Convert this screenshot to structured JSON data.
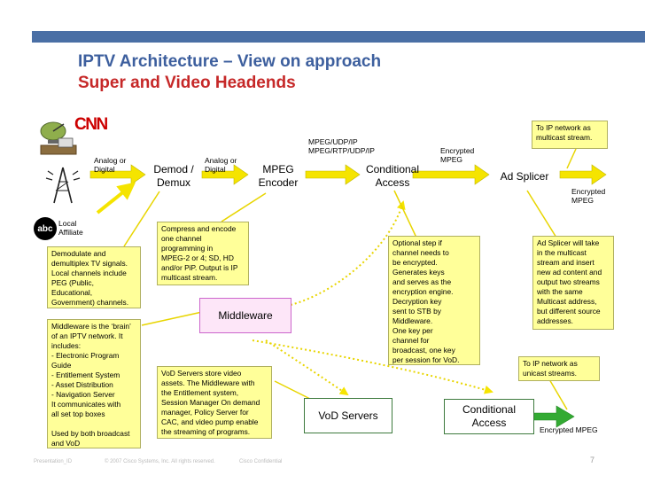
{
  "title": {
    "line1": "IPTV Architecture – View on approach",
    "line2": "Super and Video Headends"
  },
  "sources": {
    "cnn": "CNN",
    "abc": "abc",
    "local_affiliate": [
      "Local",
      "Affiliate"
    ]
  },
  "nodes": {
    "demod_demux": [
      "Demod /",
      "Demux"
    ],
    "mpeg_encoder": [
      "MPEG",
      "Encoder"
    ],
    "conditional_access_1": [
      "Conditional",
      "Access"
    ],
    "ad_splicer": "Ad Splicer",
    "middleware": "Middleware",
    "vod_servers": "VoD Servers",
    "conditional_access_2": [
      "Conditional",
      "Access"
    ]
  },
  "link_labels": {
    "analog_digital_1": [
      "Analog or",
      "Digital"
    ],
    "analog_digital_2": [
      "Analog or",
      "Digital"
    ],
    "mpeg_udp": [
      "MPEG/UDP/IP",
      "MPEG/RTP/UDP/IP"
    ],
    "encrypted_mpeg_1": [
      "Encrypted",
      "MPEG"
    ],
    "encrypted_mpeg_2": [
      "Encrypted",
      "MPEG"
    ],
    "encrypted_mpeg_3": "Encrypted MPEG"
  },
  "notes": {
    "ip_multicast": [
      "To IP network as",
      "multicast stream."
    ],
    "ip_unicast": [
      "To IP network as",
      "unicast streams."
    ],
    "compress": [
      "Compress and encode",
      "one channel",
      "programming in",
      "MPEG-2 or 4; SD, HD",
      "and/or PiP. Output is IP",
      "multicast stream."
    ],
    "demodulate": [
      "Demodulate and",
      "demultiplex TV signals.",
      "Local channels include",
      "PEG (Public,",
      "Educational,",
      "Government) channels."
    ],
    "middleware_brain": [
      "Middleware is the ‘brain’",
      "of an IPTV network. It",
      "includes:",
      "- Electronic Program",
      "Guide",
      "- Entitlement System",
      "- Asset Distribution",
      "- Navigation Server",
      "It communicates with",
      "all set top boxes",
      "",
      "Used by both broadcast",
      "and VoD"
    ],
    "vod_servers": [
      "VoD Servers store video",
      "assets. The Middleware with",
      "the Entitlement system,",
      "Session Manager On demand",
      "manager, Policy Server for",
      "CAC, and video pump enable",
      "the streaming of programs."
    ],
    "optional_step": [
      "Optional step if",
      "channel needs to",
      " be encrypted.",
      "Generates keys",
      "and serves as the",
      "encryption engine.",
      "Decryption key",
      "sent to STB by",
      "Middleware.",
      "One key per",
      "channel for",
      "broadcast, one key",
      "per session for VoD."
    ],
    "ad_splicer": [
      "Ad Splicer will take",
      "in the multicast",
      "stream and insert",
      "new ad content and",
      "output two streams",
      "with the same",
      "Multicast address,",
      "but different source",
      "addresses."
    ]
  },
  "footer": {
    "presentation_id": "Presentation_ID",
    "copyright": "© 2007 Cisco Systems, Inc. All rights reserved.",
    "confidential": "Cisco Confidential",
    "page": "7"
  },
  "colors": {
    "title_blue": "#3d5f9e",
    "title_red": "#c62828",
    "topbar": "#4a6fa5",
    "arrow_yellow": "#f5e400",
    "arrow_green": "#33aa33",
    "note_fill": "#ffff99",
    "middleware_fill": "#fde6f8"
  }
}
